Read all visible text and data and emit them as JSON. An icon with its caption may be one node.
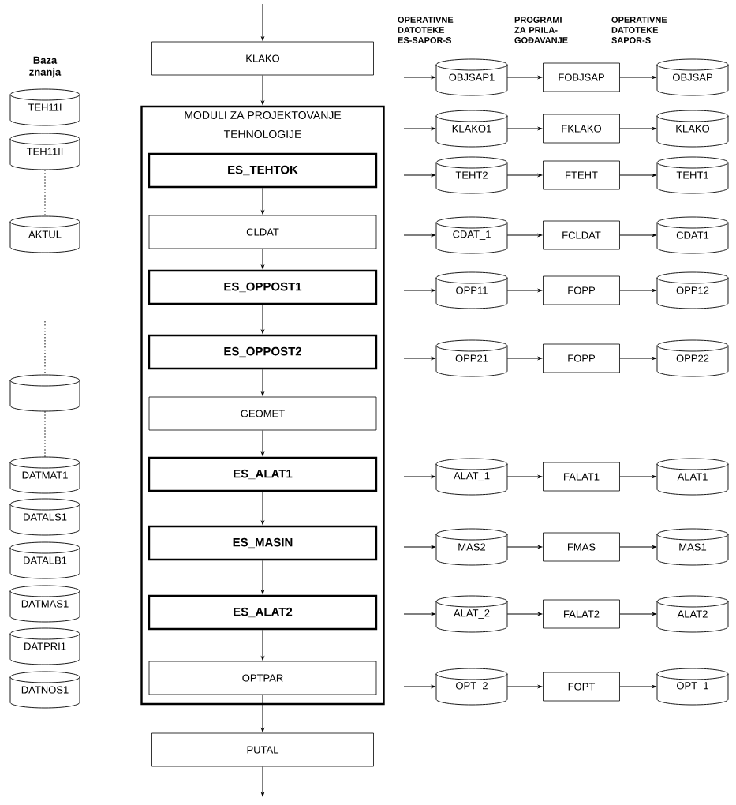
{
  "diagram": {
    "nodes": [
      {
        "text": [
          "TEH11I"
        ]
      },
      {
        "text": [
          "TEH11II"
        ]
      },
      {
        "text": [
          "AKTUL"
        ]
      },
      {
        "text": [],
        "shape": "cylinder"
      },
      {
        "text": [
          "DATMAT1"
        ]
      },
      {
        "text": [
          "DATALS1"
        ]
      },
      {
        "text": [
          "DATALB1"
        ]
      },
      {
        "text": [
          "DATMAS1"
        ]
      },
      {
        "text": [
          "DATPRI1"
        ]
      },
      {
        "text": [
          "DATNOS1"
        ]
      },
      {
        "text": [
          "KLAKO"
        ]
      },
      {
        "text": [
          "MODULI ZA PROJEKTOVANJE TEHNOLOGIJE"
        ]
      },
      {
        "text": [
          "ES_TEHTOK"
        ],
        "in": 11
      },
      {
        "text": [
          "CLDAT"
        ],
        "in": 11
      },
      {
        "text": [
          "ES_OPPOST1"
        ],
        "in": 11
      },
      {
        "text": [
          "ES_OPPOST2"
        ],
        "in": 11
      },
      {
        "text": [
          "GEOMET"
        ],
        "in": 11
      },
      {
        "text": [
          "ES_ALAT1"
        ],
        "in": 11
      },
      {
        "text": [
          "ES_MASIN"
        ],
        "in": 11
      },
      {
        "text": [
          "ES_ALAT2"
        ],
        "in": 11
      },
      {
        "text": [
          "OPTPAR"
        ],
        "in": 11
      },
      {
        "text": [
          "PUTAL"
        ]
      },
      {
        "text": [
          "OBJSAP1"
        ]
      },
      {
        "text": [
          "FOBJSAP"
        ]
      },
      {
        "text": [
          "OBJSAP"
        ]
      },
      {
        "text": [
          "KLAKO1"
        ]
      },
      {
        "text": [
          "FKLAKO"
        ]
      },
      {
        "text": [
          "KLAKO"
        ]
      },
      {
        "text": [
          "TEHT2"
        ]
      },
      {
        "text": [
          "FTEHT"
        ]
      },
      {
        "text": [
          "TEHT1"
        ]
      },
      {
        "text": [
          "CDAT_1"
        ]
      },
      {
        "text": [
          "FCLDAT"
        ]
      },
      {
        "text": [
          "CDAT1"
        ]
      },
      {
        "text": [
          "OPP11"
        ]
      },
      {
        "text": [
          "FOPP"
        ]
      },
      {
        "text": [
          "OPP12"
        ]
      },
      {
        "text": [
          "OPP21"
        ]
      },
      {
        "text": [
          "FOPP"
        ]
      },
      {
        "text": [
          "OPP22"
        ]
      },
      {
        "text": [
          "ALAT_1"
        ]
      },
      {
        "text": [
          "FALAT1"
        ]
      },
      {
        "text": [
          "ALAT1"
        ]
      },
      {
        "text": [
          "MAS2"
        ]
      },
      {
        "text": [
          "FMAS"
        ]
      },
      {
        "text": [
          "MAS1"
        ]
      },
      {
        "text": [
          "ALAT_2"
        ]
      },
      {
        "text": [
          "FALAT2"
        ]
      },
      {
        "text": [
          "ALAT2"
        ]
      },
      {
        "text": [
          "OPT_2"
        ]
      },
      {
        "text": [
          "FOPT"
        ]
      },
      {
        "text": [
          "OPT_1"
        ]
      }
    ],
    "edges": [
      {
        "from": 1,
        "to": 2,
        "arrow": "none",
        "style": "dashed"
      },
      {
        "from": null,
        "to": 3,
        "arrow": "none",
        "style": "dashed"
      },
      {
        "from": 3,
        "to": 4,
        "arrow": "none",
        "style": "dashed"
      },
      {
        "from": null,
        "to": 10,
        "arrow": "to"
      },
      {
        "from": 10,
        "to": 11,
        "arrow": "to"
      },
      {
        "from": 12,
        "to": 13,
        "arrow": "to"
      },
      {
        "from": 13,
        "to": 14,
        "arrow": "to"
      },
      {
        "from": 14,
        "to": 15,
        "arrow": "to"
      },
      {
        "from": 15,
        "to": 16,
        "arrow": "to"
      },
      {
        "from": 16,
        "to": 17,
        "arrow": "to"
      },
      {
        "from": 17,
        "to": 18,
        "arrow": "to"
      },
      {
        "from": 18,
        "to": 19,
        "arrow": "to"
      },
      {
        "from": 19,
        "to": 20,
        "arrow": "to"
      },
      {
        "from": 20,
        "to": 21,
        "arrow": "to"
      },
      {
        "from": 21,
        "to": null,
        "arrow": "to"
      },
      {
        "from": null,
        "to": 22,
        "arrow": "to"
      },
      {
        "from": 22,
        "to": 23,
        "arrow": "to"
      },
      {
        "from": 23,
        "to": 24,
        "arrow": "to"
      },
      {
        "from": null,
        "to": 25,
        "arrow": "to"
      },
      {
        "from": 25,
        "to": 26,
        "arrow": "to"
      },
      {
        "from": 26,
        "to": 27,
        "arrow": "to"
      },
      {
        "from": null,
        "to": 28,
        "arrow": "to"
      },
      {
        "from": 28,
        "to": 29,
        "arrow": "to"
      },
      {
        "from": 29,
        "to": 30,
        "arrow": "to"
      },
      {
        "from": null,
        "to": 31,
        "arrow": "to"
      },
      {
        "from": 31,
        "to": 32,
        "arrow": "to"
      },
      {
        "from": 32,
        "to": 33,
        "arrow": "to"
      },
      {
        "from": null,
        "to": 34,
        "arrow": "to"
      },
      {
        "from": 34,
        "to": 35,
        "arrow": "to"
      },
      {
        "from": 35,
        "to": 36,
        "arrow": "to"
      },
      {
        "from": null,
        "to": 37,
        "arrow": "to"
      },
      {
        "from": 37,
        "to": 38,
        "arrow": "to"
      },
      {
        "from": 38,
        "to": 39,
        "arrow": "to"
      },
      {
        "from": null,
        "to": 40,
        "arrow": "to"
      },
      {
        "from": 40,
        "to": 41,
        "arrow": "to"
      },
      {
        "from": 41,
        "to": 42,
        "arrow": "to"
      },
      {
        "from": null,
        "to": 43,
        "arrow": "to"
      },
      {
        "from": 43,
        "to": 44,
        "arrow": "to"
      },
      {
        "from": 44,
        "to": 45,
        "arrow": "to"
      },
      {
        "from": null,
        "to": 46,
        "arrow": "to"
      },
      {
        "from": 46,
        "to": 47,
        "arrow": "to"
      },
      {
        "from": 47,
        "to": 48,
        "arrow": "to"
      },
      {
        "from": null,
        "to": 49,
        "arrow": "to"
      },
      {
        "from": 49,
        "to": 50,
        "arrow": "to"
      },
      {
        "from": 50,
        "to": 51,
        "arrow": "to"
      }
    ],
    "labels": [
      "Baza znanja",
      "OPERATIVNE DATOTEKE ES-SAPOR-S",
      "PROGRAMI ZA PRILA-GOĐAVANJE",
      "OPERATIVNE DATOTEKE SAPOR-S"
    ]
  }
}
